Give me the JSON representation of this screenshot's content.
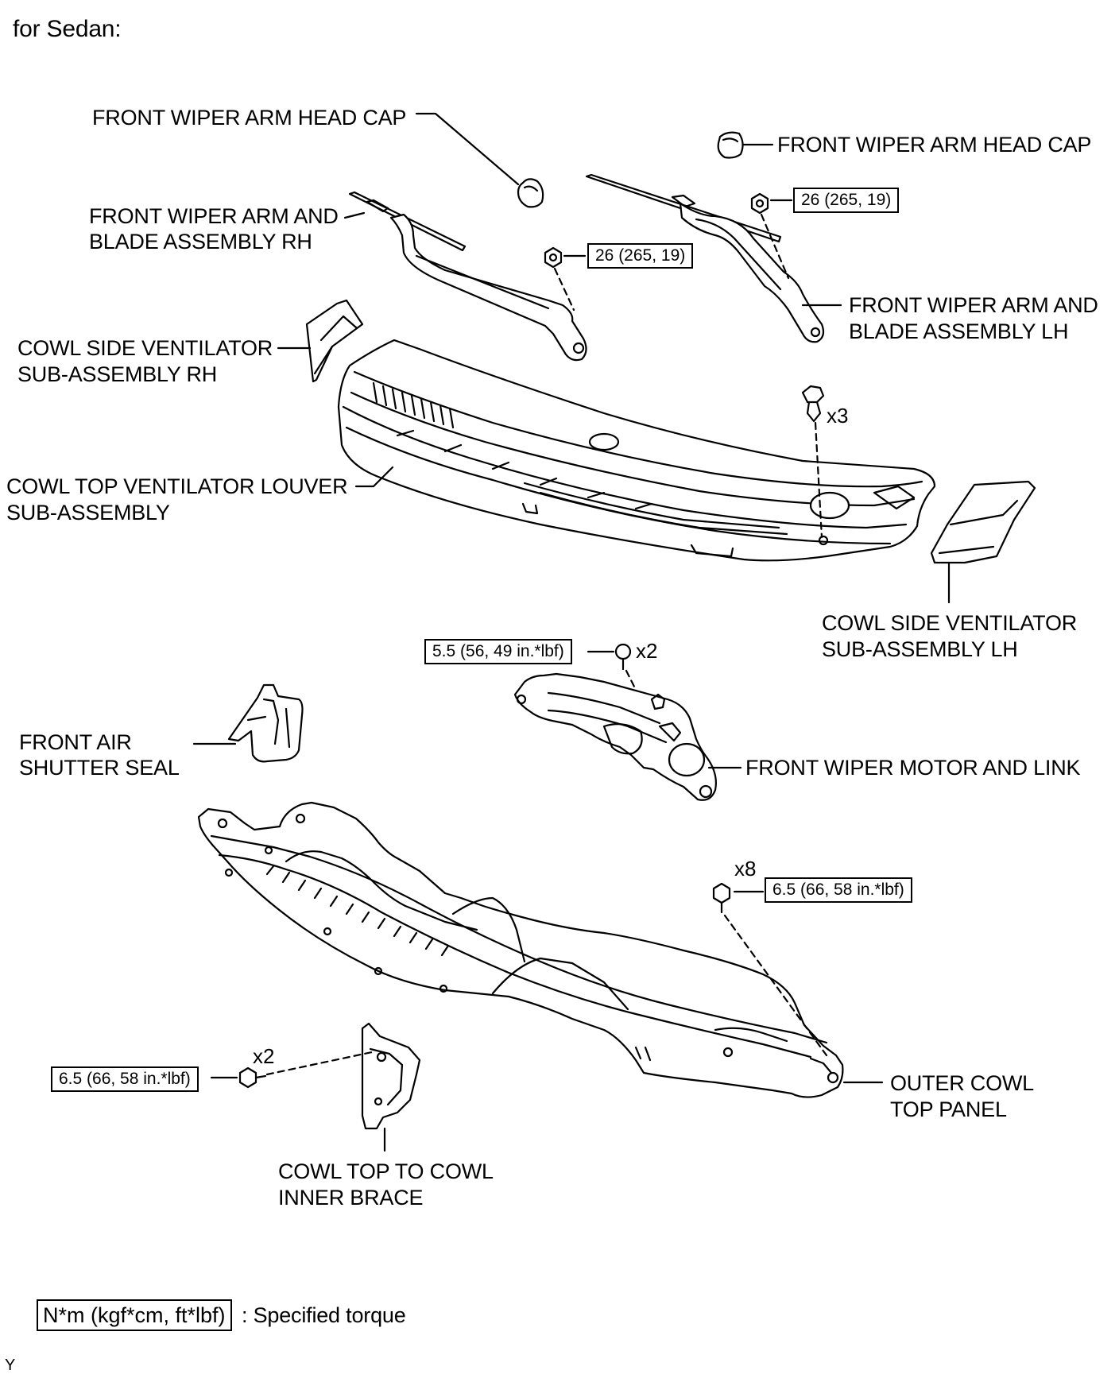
{
  "header": "for Sedan:",
  "labels": {
    "head_cap_rh": "FRONT WIPER ARM HEAD CAP",
    "head_cap_lh": "FRONT WIPER ARM HEAD CAP",
    "arm_rh_1": "FRONT WIPER ARM AND",
    "arm_rh_2": "BLADE ASSEMBLY RH",
    "arm_lh_1": "FRONT WIPER ARM AND",
    "arm_lh_2": "BLADE ASSEMBLY LH",
    "side_vent_rh_1": "COWL SIDE VENTILATOR",
    "side_vent_rh_2": "SUB-ASSEMBLY RH",
    "louver_1": "COWL TOP VENTILATOR LOUVER",
    "louver_2": "SUB-ASSEMBLY",
    "side_vent_lh_1": "COWL SIDE VENTILATOR",
    "side_vent_lh_2": "SUB-ASSEMBLY LH",
    "air_shutter_1": "FRONT AIR",
    "air_shutter_2": "SHUTTER SEAL",
    "motor_link": "FRONT WIPER MOTOR AND LINK",
    "outer_cowl_1": "OUTER COWL",
    "outer_cowl_2": "TOP PANEL",
    "brace_1": "COWL TOP TO COWL",
    "brace_2": "INNER BRACE"
  },
  "torques": {
    "arm_rh_nut": "26 (265, 19)",
    "arm_lh_nut": "26 (265, 19)",
    "motor_bolt": "5.5 (56, 49 in.*lbf)",
    "outer_cowl_bolt": "6.5 (66, 58 in.*lbf)",
    "brace_bolt": "6.5 (66, 58 in.*lbf)"
  },
  "quantities": {
    "clip": "x3",
    "motor_bolt": "x2",
    "outer_cowl_bolt": "x8",
    "brace_bolt": "x2"
  },
  "legend": {
    "unit": "N*m (kgf*cm, ft*lbf)",
    "text": ": Specified torque"
  },
  "corner_mark": "Y"
}
